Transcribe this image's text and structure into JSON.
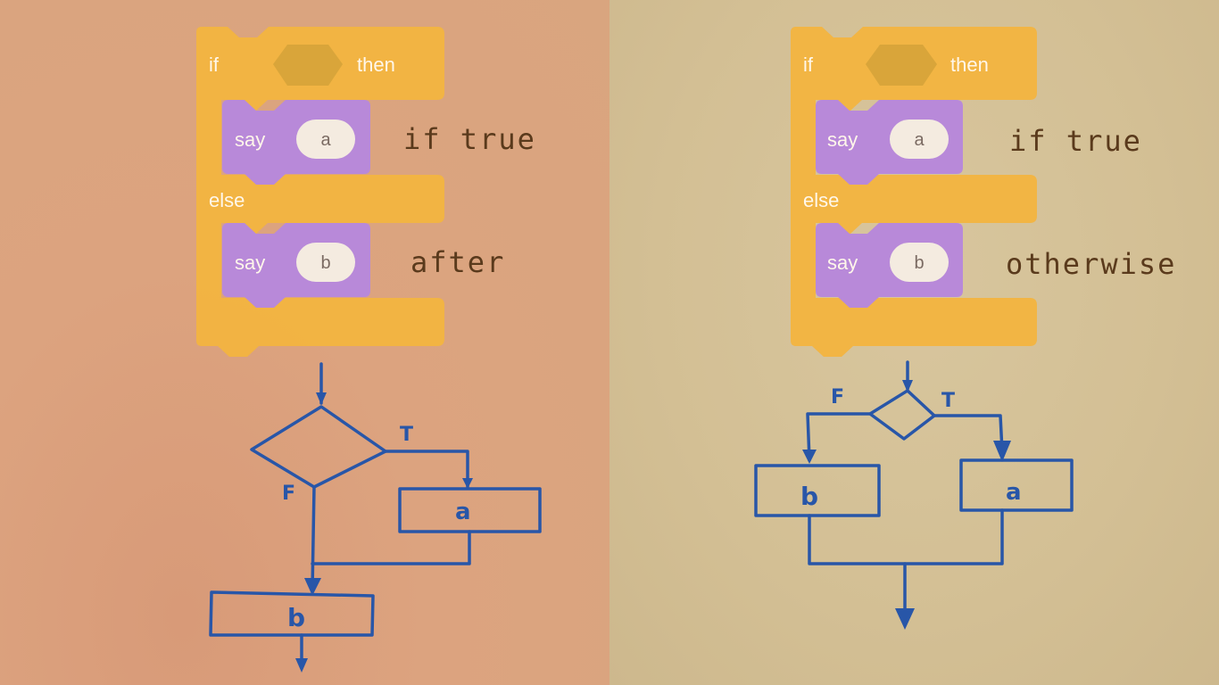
{
  "left": {
    "block": {
      "if_label": "if",
      "then_label": "then",
      "say1_label": "say",
      "say1_value": "a",
      "else_label": "else",
      "say2_label": "say",
      "say2_value": "b"
    },
    "annotations": {
      "first": "if true",
      "second": "after"
    },
    "flowchart": {
      "true_label": "T",
      "false_label": "F",
      "box_a": "a",
      "box_b": "b"
    }
  },
  "right": {
    "block": {
      "if_label": "if",
      "then_label": "then",
      "say1_label": "say",
      "say1_value": "a",
      "else_label": "else",
      "say2_label": "say",
      "say2_value": "b"
    },
    "annotations": {
      "first": "if true",
      "second": "otherwise"
    },
    "flowchart": {
      "true_label": "T",
      "false_label": "F",
      "box_a": "a",
      "box_b": "b"
    }
  },
  "colors": {
    "control_block": "#f2b441",
    "looks_block": "#b889d9",
    "pill": "#f4ebe0",
    "ink": "#2856a8",
    "handwriting": "#5a3a1c"
  }
}
